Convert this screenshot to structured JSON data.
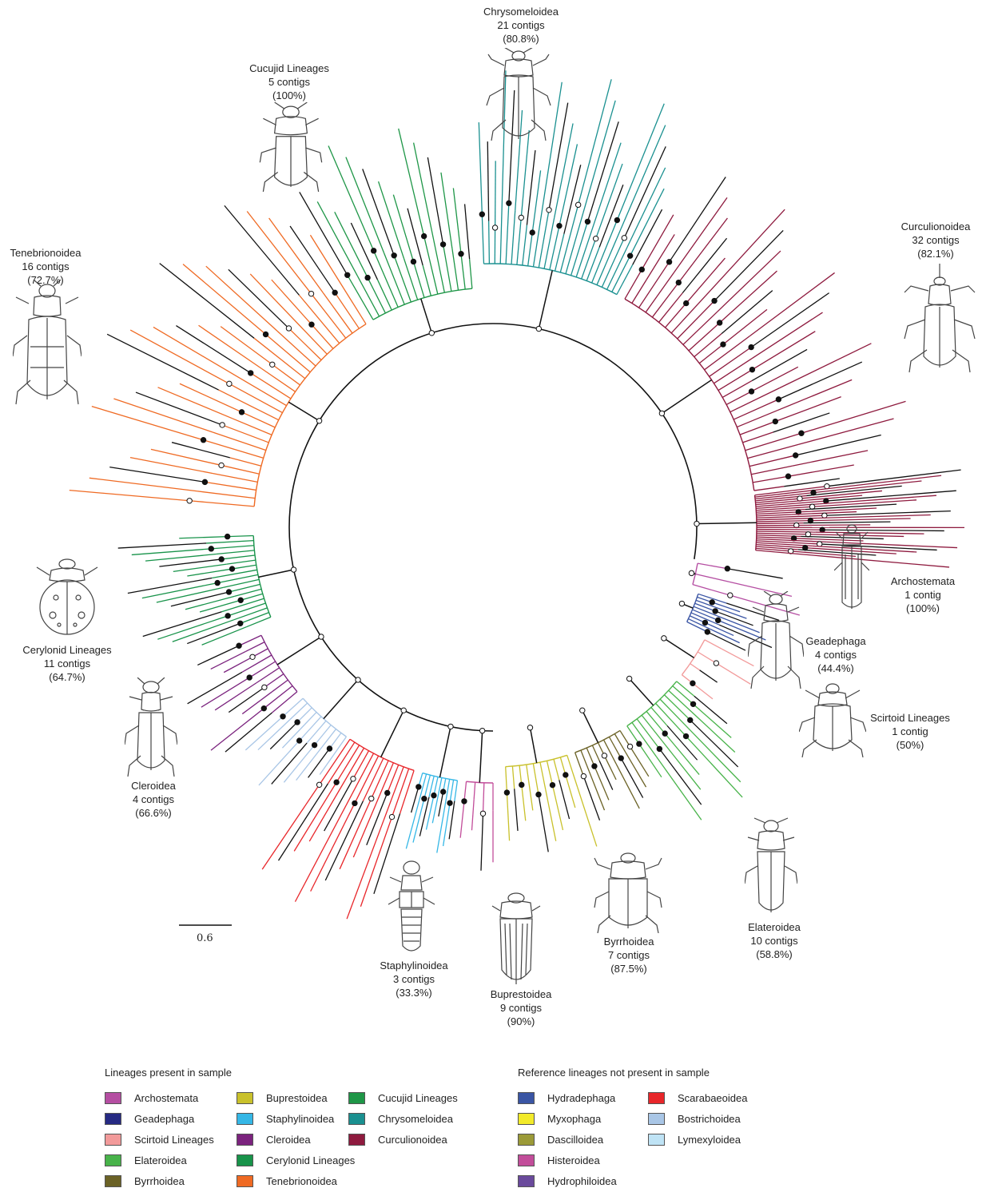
{
  "clades": [
    {
      "key": "chrysomeloidea",
      "name": "Chrysomeloidea",
      "contigs": "21 contigs",
      "pct": "(80.8%)",
      "color": "#1a9090"
    },
    {
      "key": "cucujid",
      "name": "Cucujid Lineages",
      "contigs": "5 contigs",
      "pct": "(100%)",
      "color": "#1e9647"
    },
    {
      "key": "tenebrionoidea",
      "name": "Tenebrionoidea",
      "contigs": "16 contigs",
      "pct": "(72.7%)",
      "color": "#ef6a23"
    },
    {
      "key": "curculionoidea",
      "name": "Curculionoidea",
      "contigs": "32 contigs",
      "pct": "(82.1%)",
      "color": "#8e1a3e"
    },
    {
      "key": "archostemata",
      "name": "Archostemata",
      "contigs": "1 contig",
      "pct": "(100%)",
      "color": "#b54ea2"
    },
    {
      "key": "geadephaga",
      "name": "Geadephaga",
      "contigs": "4 contigs",
      "pct": "(44.4%)",
      "color": "#262a83"
    },
    {
      "key": "scirtoid",
      "name": "Scirtoid Lineages",
      "contigs": "1 contig",
      "pct": "(50%)",
      "color": "#f29a9a"
    },
    {
      "key": "cerylonid",
      "name": "Cerylonid Lineages",
      "contigs": "11 contigs",
      "pct": "(64.7%)",
      "color": "#18934a"
    },
    {
      "key": "cleroidea",
      "name": "Cleroidea",
      "contigs": "4 contigs",
      "pct": "(66.6%)",
      "color": "#7b237e"
    },
    {
      "key": "staphylinoidea",
      "name": "Staphylinoidea",
      "contigs": "3 contigs",
      "pct": "(33.3%)",
      "color": "#35b7e6"
    },
    {
      "key": "buprestoidea",
      "name": "Buprestoidea",
      "contigs": "9 contigs",
      "pct": "(90%)",
      "color": "#c9c12b"
    },
    {
      "key": "byrrhoidea",
      "name": "Byrrhoidea",
      "contigs": "7 contigs",
      "pct": "(87.5%)",
      "color": "#6b6226"
    },
    {
      "key": "elateroidea",
      "name": "Elateroidea",
      "contigs": "10 contigs",
      "pct": "(58.8%)",
      "color": "#48b34a"
    }
  ],
  "scale_bar": {
    "label": "0.6"
  },
  "legend": {
    "present_title": "Lineages present in sample",
    "absent_title": "Reference lineages not present in sample",
    "present": [
      {
        "name": "Archostemata",
        "color": "#b54ea2"
      },
      {
        "name": "Geadephaga",
        "color": "#262a83"
      },
      {
        "name": "Scirtoid Lineages",
        "color": "#f29a9a"
      },
      {
        "name": "Elateroidea",
        "color": "#48b34a"
      },
      {
        "name": "Byrrhoidea",
        "color": "#6b6226"
      },
      {
        "name": "Buprestoidea",
        "color": "#c9c12b"
      },
      {
        "name": "Staphylinoidea",
        "color": "#35b7e6"
      },
      {
        "name": "Cleroidea",
        "color": "#7b237e"
      },
      {
        "name": "Cerylonid Lineages",
        "color": "#18934a"
      },
      {
        "name": "Tenebrionoidea",
        "color": "#ef6a23"
      },
      {
        "name": "Cucujid Lineages",
        "color": "#1e9647"
      },
      {
        "name": "Chrysomeloidea",
        "color": "#1a9090"
      },
      {
        "name": "Curculionoidea",
        "color": "#8e1a3e"
      }
    ],
    "absent": [
      {
        "name": "Hydradephaga",
        "color": "#3a55a4"
      },
      {
        "name": "Myxophaga",
        "color": "#f2ea2a"
      },
      {
        "name": "Dascilloidea",
        "color": "#9b9a38"
      },
      {
        "name": "Histeroidea",
        "color": "#c24d9a"
      },
      {
        "name": "Hydrophiloidea",
        "color": "#6a4a9c"
      },
      {
        "name": "Scarabaeoidea",
        "color": "#e8262a"
      },
      {
        "name": "Bostrichoidea",
        "color": "#a9c6e6"
      },
      {
        "name": "Lymexyloidea",
        "color": "#bfe3f5"
      }
    ]
  },
  "absent_colors": {
    "hydradephaga": "#3a55a4",
    "myxophaga": "#f2ea2a",
    "dascilloidea": "#9b9a38",
    "histeroidea": "#c24d9a",
    "hydrophiloidea": "#6a4a9c",
    "scarabaeoidea": "#e8262a",
    "bostrichoidea": "#a9c6e6",
    "lymexyloidea": "#bfe3f5"
  }
}
